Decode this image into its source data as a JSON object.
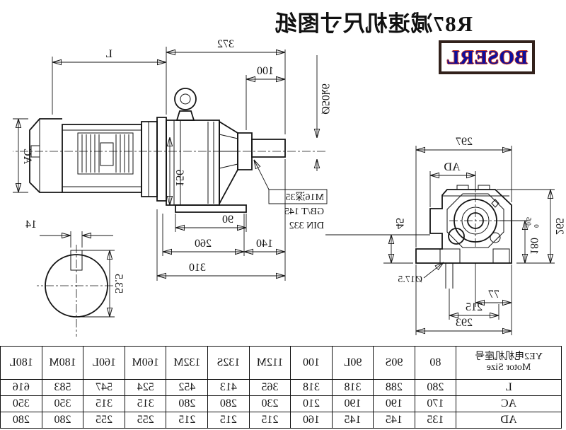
{
  "title": "R87减速机尺寸图纸",
  "logo_text": "BOSERL",
  "colors": {
    "line": "#141414",
    "logo_blue": "#0b0fa0",
    "logo_red": "#c23325",
    "logo_border": "#32211b"
  },
  "front_view": {
    "dim_motor_length": "L",
    "dim_gear_length": "372",
    "dim_shaft_length": "100",
    "shaft_diameter": "Ø50k6",
    "dim_motor_height": "AC",
    "dim_foot_pad": "90",
    "dim_shaft_to_foot": "140",
    "dim_foot_span": "260",
    "dim_overall_base": "310",
    "dim_inner_vertical": "156",
    "note_line1": "M16深35",
    "note_line2": "GB/T 145",
    "note_line3": "DIN 332"
  },
  "shaft_section": {
    "key_width": "14",
    "key_height": "53.5"
  },
  "side_view": {
    "dim_width": "297",
    "dim_ad": "AD",
    "dim_45": "45",
    "hole_diameter": "Ø17.5",
    "dim_77": "77",
    "dim_hole_span": "215",
    "dim_foot_width": "293",
    "dim_overall_height": "265",
    "dim_center_height": "180",
    "tol_upper": "0",
    "tol_lower": "-0.5"
  },
  "table": {
    "header_cn": "YE2电机机座号",
    "header_en": "Motor Size",
    "columns": [
      "80",
      "90S",
      "90L",
      "100",
      "112M",
      "132S",
      "132M",
      "160M",
      "160L",
      "180M",
      "180L"
    ],
    "rows": [
      {
        "label": "L",
        "values": [
          "280",
          "288",
          "318",
          "318",
          "365",
          "413",
          "452",
          "524",
          "547",
          "583",
          "616"
        ]
      },
      {
        "label": "AC",
        "values": [
          "170",
          "190",
          "190",
          "210",
          "230",
          "280",
          "280",
          "315",
          "315",
          "350",
          "350"
        ]
      },
      {
        "label": "AD",
        "values": [
          "135",
          "145",
          "145",
          "160",
          "215",
          "215",
          "215",
          "255",
          "255",
          "280",
          "280"
        ]
      }
    ]
  }
}
